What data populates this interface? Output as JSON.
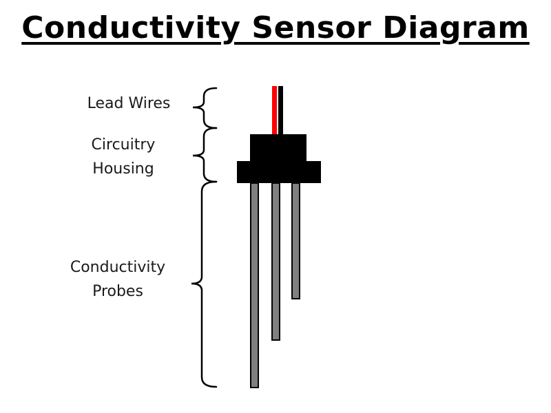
{
  "title": "Conductivity Sensor Diagram",
  "labels": {
    "lead_wires": "Lead Wires",
    "housing_line1": "Circuitry",
    "housing_line2": "Housing",
    "probes_line1": "Conductivity",
    "probes_line2": "Probes"
  },
  "colors": {
    "wire_positive": "#ff0000",
    "wire_negative": "#000000",
    "housing": "#000000",
    "probe_fill": "#808080",
    "probe_outline": "#000000",
    "bracket": "#000000",
    "text": "#1a1a1a"
  }
}
